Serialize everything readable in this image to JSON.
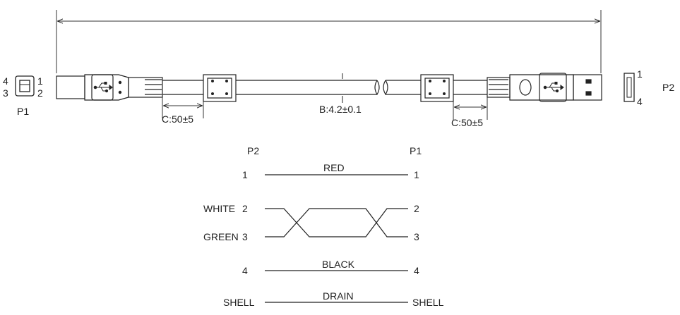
{
  "drawing": {
    "p1_label": "P1",
    "p2_label": "P2",
    "p1_pins": {
      "top_left": "4",
      "top_right": "1",
      "bottom_left": "3",
      "bottom_right": "2"
    },
    "p2_pins": {
      "top": "1",
      "bottom": "4"
    },
    "dim_c_left": "C:50±5",
    "dim_c_right": "C:50±5",
    "dim_b": "B:4.2±0.1"
  },
  "wiring": {
    "header_left": "P2",
    "header_right": "P1",
    "rows": [
      {
        "left_name": "",
        "left_pin": "1",
        "wire": "RED",
        "right_pin": "1"
      },
      {
        "left_name": "WHITE",
        "left_pin": "2",
        "wire": "",
        "right_pin": "2"
      },
      {
        "left_name": "GREEN",
        "left_pin": "3",
        "wire": "",
        "right_pin": "3"
      },
      {
        "left_name": "",
        "left_pin": "4",
        "wire": "BLACK",
        "right_pin": "4"
      },
      {
        "left_name": "SHELL",
        "left_pin": "",
        "wire": "DRAIN",
        "right_pin": "SHELL"
      }
    ]
  }
}
